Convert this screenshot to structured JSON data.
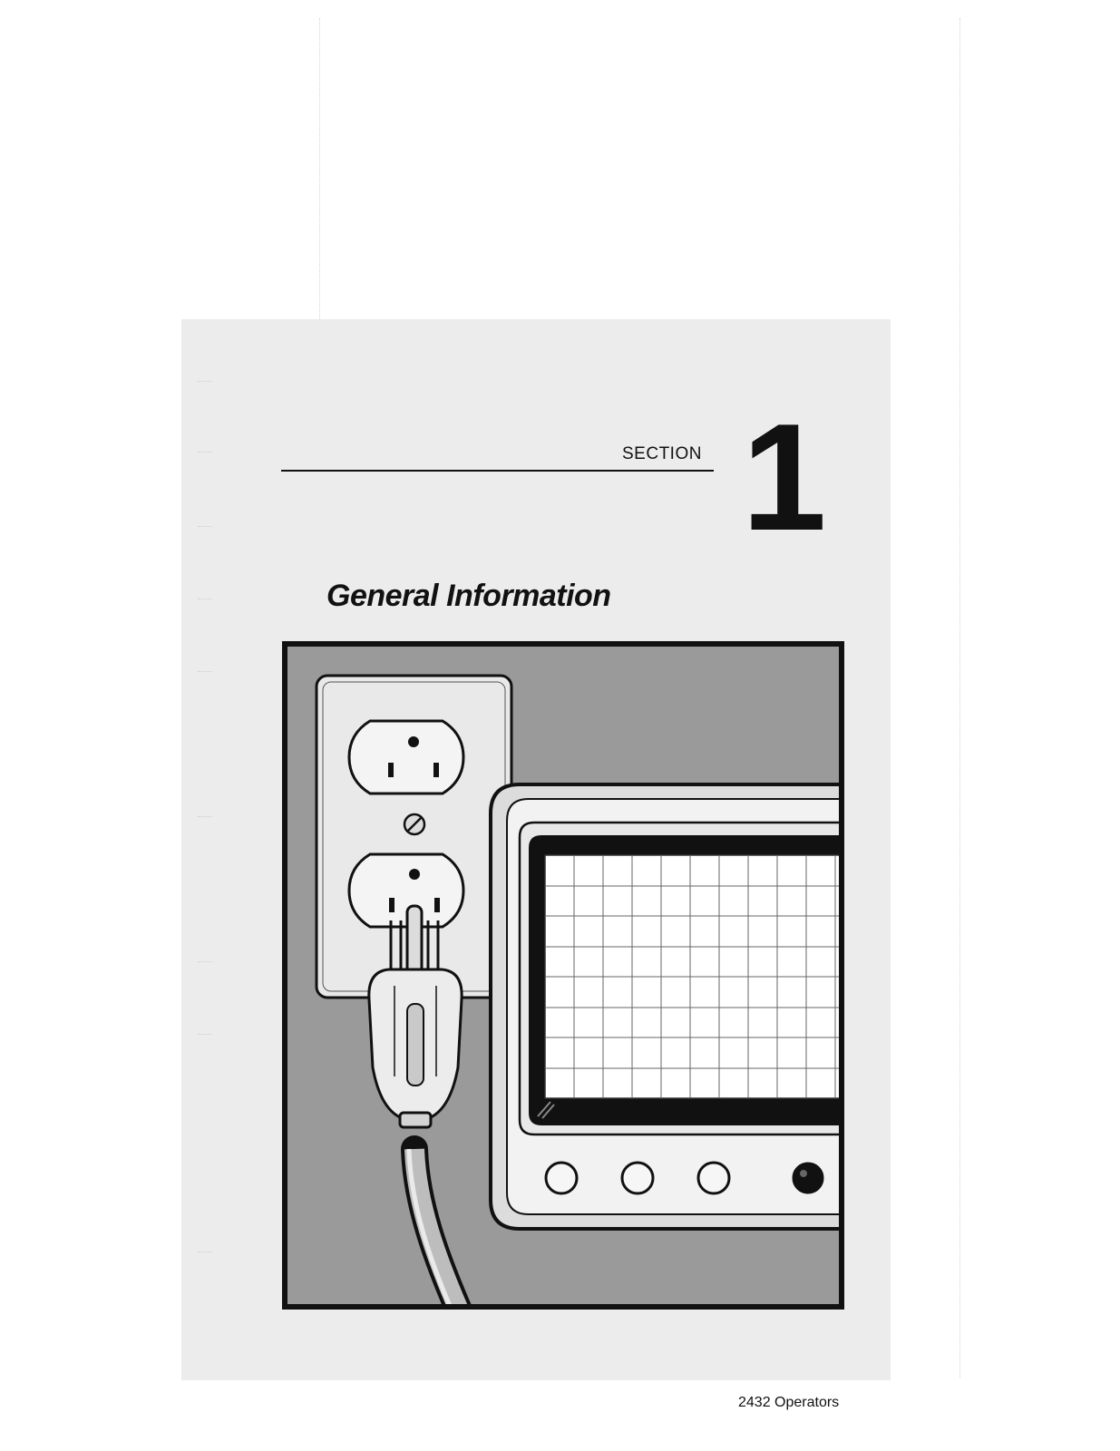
{
  "section": {
    "label": "SECTION",
    "number": "1"
  },
  "title": "General Information",
  "illustration": {
    "subject": "power-plug-in-wall-outlet-beside-oscilloscope-screen"
  },
  "footer": {
    "text": "2432 Operators"
  },
  "colors": {
    "panel_tint": "#ececec",
    "illustration_background": "#9a9a9a",
    "ink": "#111111"
  }
}
